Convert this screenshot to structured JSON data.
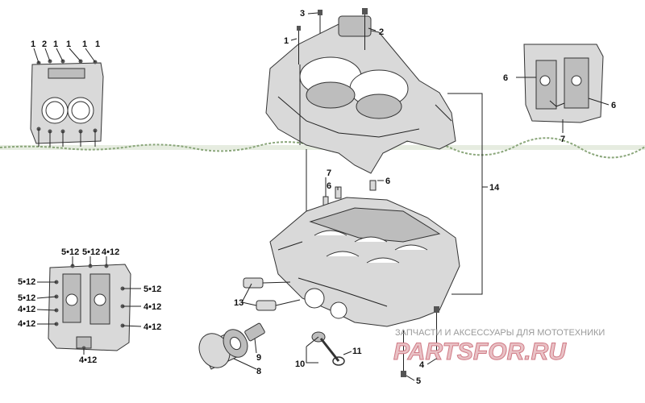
{
  "callouts": {
    "c1": "1",
    "c2": "2",
    "c3": "3",
    "c4": "4",
    "c5": "5",
    "c6": "6",
    "c7": "7",
    "c8": "8",
    "c9": "9",
    "c10": "10",
    "c11": "11",
    "c13": "13",
    "c14": "14",
    "c5x12": "5•12",
    "c4x12": "4•12"
  },
  "watermark": {
    "caption": "ЗАПЧАСТИ И АКСЕССУАРЫ ДЛЯ МОТОТЕХНИКИ",
    "logo": "PARTSFOR.RU"
  },
  "colors": {
    "line": "#222222",
    "part_fill": "#d9d9d9",
    "watermark_red": "#d07a85",
    "divider": "#7a9a6a"
  }
}
